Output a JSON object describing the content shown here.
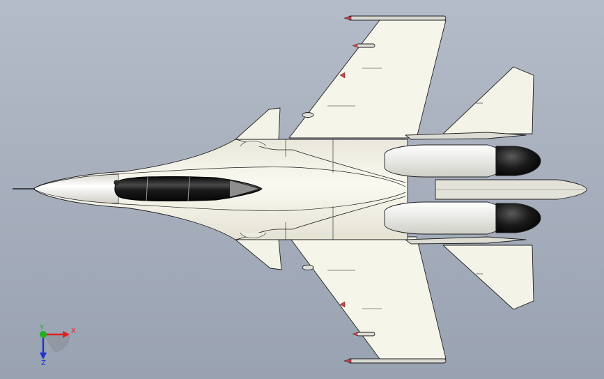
{
  "scene": {
    "view": "top",
    "background": "#a8b0be",
    "model_colors": {
      "body": "#f4f2e6",
      "outline": "#1e1e1e",
      "canopy": "#151515",
      "nozzle": "#111111",
      "missile_tip": "#d8404a"
    }
  },
  "triad": {
    "x_label": "X",
    "y_label": "Y",
    "z_label": "Z",
    "colors": {
      "x": "#e02020",
      "y": "#20b020",
      "z": "#2030d0"
    }
  }
}
